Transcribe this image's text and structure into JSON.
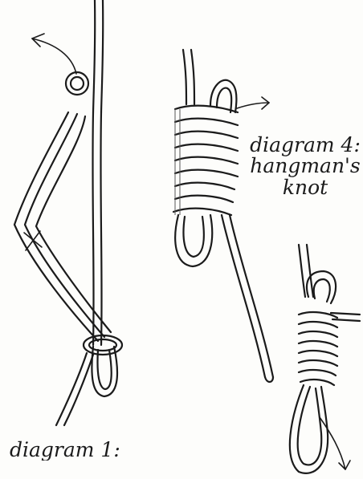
{
  "labels": {
    "diagram4_line1": "diagram 4:",
    "diagram4_line2": "hangman's",
    "diagram4_line3": "knot",
    "diagram1_line1": "diagram 1:"
  }
}
